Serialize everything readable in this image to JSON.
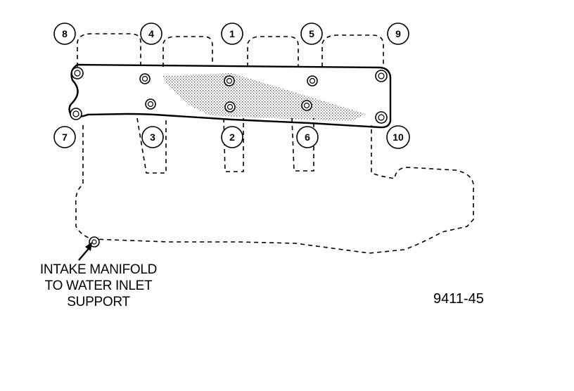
{
  "diagram": {
    "callouts": [
      "8",
      "4",
      "1",
      "5",
      "9",
      "7",
      "3",
      "2",
      "6",
      "10"
    ],
    "note_lines": [
      "INTAKE MANIFOLD",
      "TO WATER INLET",
      "SUPPORT"
    ],
    "figure_number": "9411-45"
  }
}
